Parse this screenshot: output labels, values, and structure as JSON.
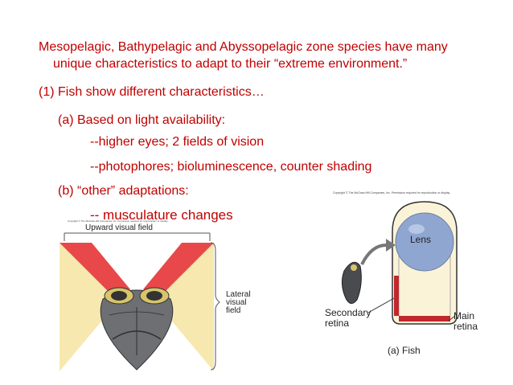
{
  "text": {
    "line1": "Mesopelagic, Bathypelagic and Abyssopelagic zone species have many",
    "line2": "unique characteristics to adapt to their “extreme environment.”",
    "line3": "(1) Fish show different characteristics…",
    "line4": "(a) Based on light availability:",
    "line5": "--higher eyes; 2 fields of vision",
    "line6": "--photophores; bioluminescence, counter shading",
    "line7": "(b)  “other” adaptations:",
    "line8": "-- musculature changes"
  },
  "figure_left": {
    "copyright": "Copyright © The McGraw-Hill Companies, Inc. Permission required for reproduction or display.",
    "upward_label": "Upward visual field",
    "lateral_label": "Lateral visual field"
  },
  "figure_right": {
    "copyright": "Copyright © The McGraw-Hill Companies, Inc. Permission required for reproduction or display.",
    "lens_label": "Lens",
    "secondary_label": "Secondary retina",
    "main_label": "Main retina",
    "caption": "(a) Fish"
  },
  "colors": {
    "text": "#c00000",
    "upward_field": "#e8484a",
    "lateral_field": "#f7e8b0",
    "lens": "#8fa6d0",
    "retina": "#c0282d"
  }
}
